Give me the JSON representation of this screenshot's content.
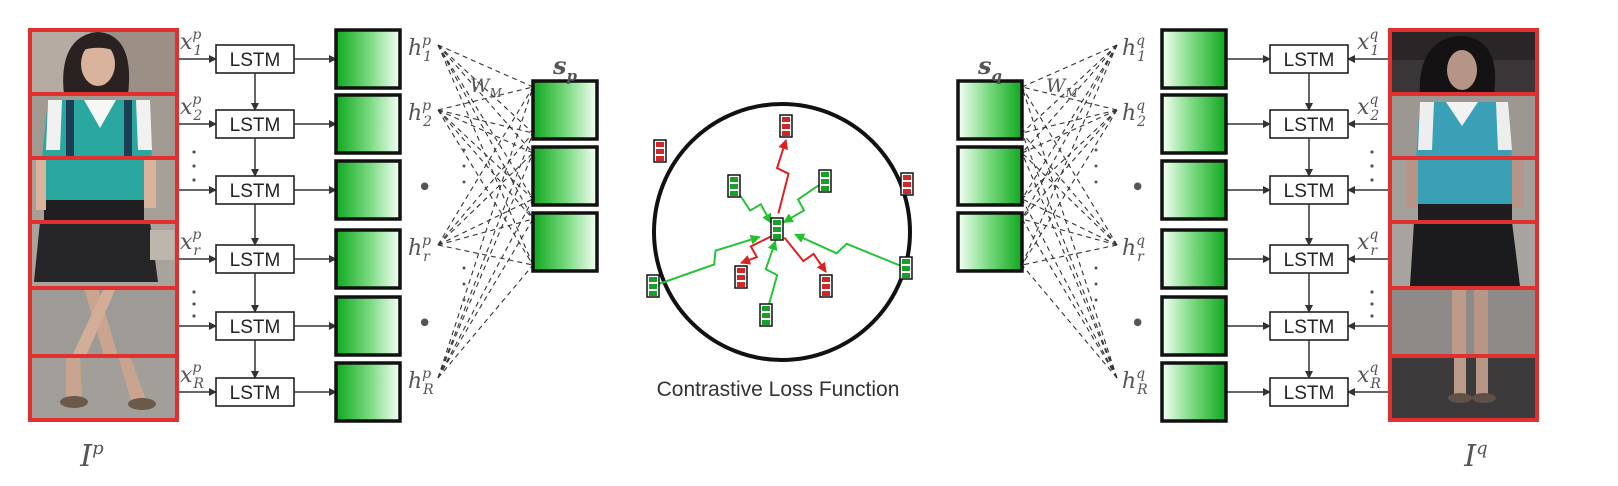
{
  "lstm_label": "LSTM",
  "wm_label": "W",
  "wm_sub": "M",
  "caption": "Contrastive Loss Function",
  "left": {
    "image_label": "I",
    "image_sup": "p",
    "inputs": [
      {
        "base": "x",
        "sub": "1",
        "sup": "p"
      },
      {
        "base": "x",
        "sub": "2",
        "sup": "p"
      },
      {
        "base": "",
        "sub": "",
        "sup": ""
      },
      {
        "base": "x",
        "sub": "r",
        "sup": "p"
      },
      {
        "base": "",
        "sub": "",
        "sup": ""
      },
      {
        "base": "x",
        "sub": "R",
        "sup": "p"
      }
    ],
    "hidden": [
      {
        "base": "h",
        "sub": "1",
        "sup": "p"
      },
      {
        "base": "h",
        "sub": "2",
        "sup": "p"
      },
      {
        "base": "•",
        "sub": "",
        "sup": ""
      },
      {
        "base": "h",
        "sub": "r",
        "sup": "p"
      },
      {
        "base": "•",
        "sub": "",
        "sup": ""
      },
      {
        "base": "h",
        "sub": "R",
        "sup": "p"
      }
    ],
    "s_label": {
      "base": "s",
      "sub": "p"
    }
  },
  "right": {
    "image_label": "I",
    "image_sup": "q",
    "inputs": [
      {
        "base": "x",
        "sub": "1",
        "sup": "q"
      },
      {
        "base": "x",
        "sub": "2",
        "sup": "q"
      },
      {
        "base": "",
        "sub": "",
        "sup": ""
      },
      {
        "base": "x",
        "sub": "r",
        "sup": "q"
      },
      {
        "base": "",
        "sub": "",
        "sup": ""
      },
      {
        "base": "x",
        "sub": "R",
        "sup": "q"
      }
    ],
    "hidden": [
      {
        "base": "h",
        "sub": "1",
        "sup": "q"
      },
      {
        "base": "h",
        "sub": "2",
        "sup": "q"
      },
      {
        "base": "•",
        "sub": "",
        "sup": ""
      },
      {
        "base": "h",
        "sub": "r",
        "sup": "q"
      },
      {
        "base": "•",
        "sub": "",
        "sup": ""
      },
      {
        "base": "h",
        "sub": "R",
        "sup": "q"
      }
    ],
    "s_label": {
      "base": "s",
      "sub": "q"
    }
  },
  "colors": {
    "green_dark": "#0a9a1a",
    "green_light": "#f4fff4",
    "red": "#e02020",
    "red_dark": "#b02020",
    "frame_red": "#e03030"
  }
}
